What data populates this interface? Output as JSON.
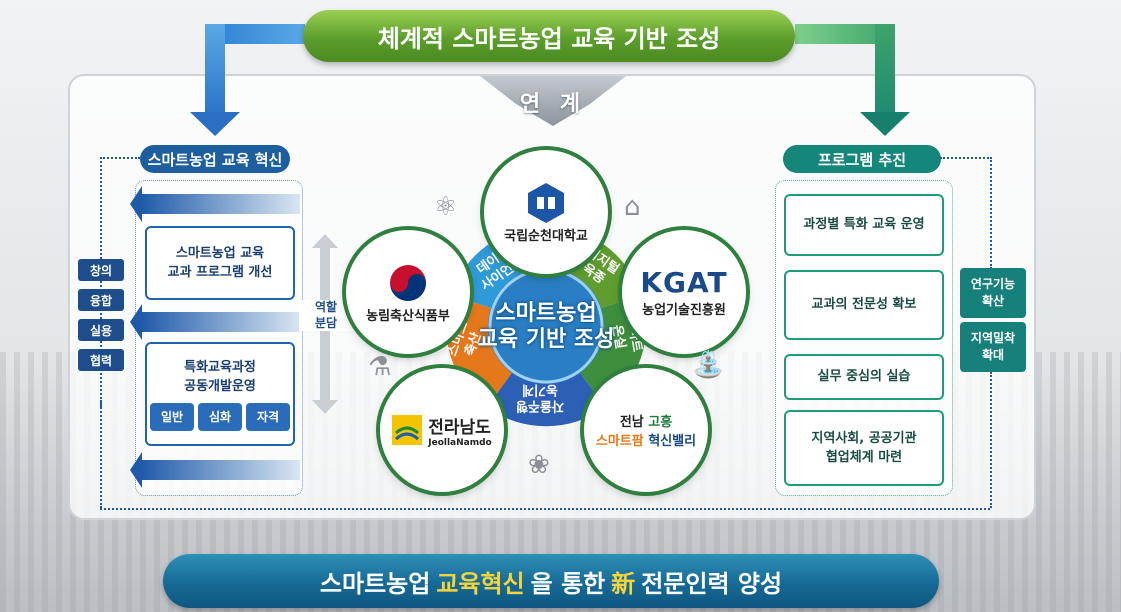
{
  "top_banner": "체계적 스마트농업 교육 기반 조성",
  "link_label": "연 계",
  "bottom_banner": {
    "pre": "스마트농업 ",
    "hl1": "교육혁신",
    "mid1": "을 통한 ",
    "hl2": "新",
    "post": " 전문인력 양성"
  },
  "left": {
    "title": "스마트농업 교육 혁신",
    "side_tags": [
      "창의",
      "융합",
      "실용",
      "협력"
    ],
    "box1": [
      "스마트농업 교육",
      "교과 프로그램 개선"
    ],
    "box2": [
      "특화교육과정",
      "공동개발운영"
    ],
    "box2_tags": [
      "일반",
      "심화",
      "자격"
    ],
    "role": [
      "역할",
      "분담"
    ]
  },
  "right": {
    "title": "프로그램 추진",
    "boxes": [
      "과정별 특화 교육 운영",
      "교과의 전문성 확보",
      "실무 중심의 실습",
      "지역사회, 공공기관",
      "협업체계 마련"
    ],
    "side_tags": [
      [
        "연구기능",
        "확산"
      ],
      [
        "지역밀착",
        "확대"
      ]
    ]
  },
  "center": {
    "core": [
      "스마트농업",
      "교육 기반 조성"
    ],
    "nodes": {
      "top": "국립순천대학교",
      "left": "농림축산식품부",
      "right": "농업기술진흥원",
      "right_logo": "KGAT",
      "bottom_left": "전라남도",
      "bottom_left_en": "JeollaNamdo",
      "bottom_right": [
        "전남 ",
        "고흥",
        "스마트팜",
        " 혁신밸리"
      ]
    },
    "ring": {
      "data_science": [
        "데이터",
        "사이언스"
      ],
      "digital": [
        "디지털",
        "육종"
      ],
      "smart": [
        "스마트",
        "온실"
      ],
      "auto": [
        "자율주행",
        "농기계"
      ],
      "agri": [
        "스마트",
        "축산"
      ]
    }
  },
  "colors": {
    "green": "#5c9e2c",
    "blue": "#166a95",
    "teal": "#14867a",
    "navy": "#1c5e9e",
    "yellow": "#f6d43c"
  }
}
